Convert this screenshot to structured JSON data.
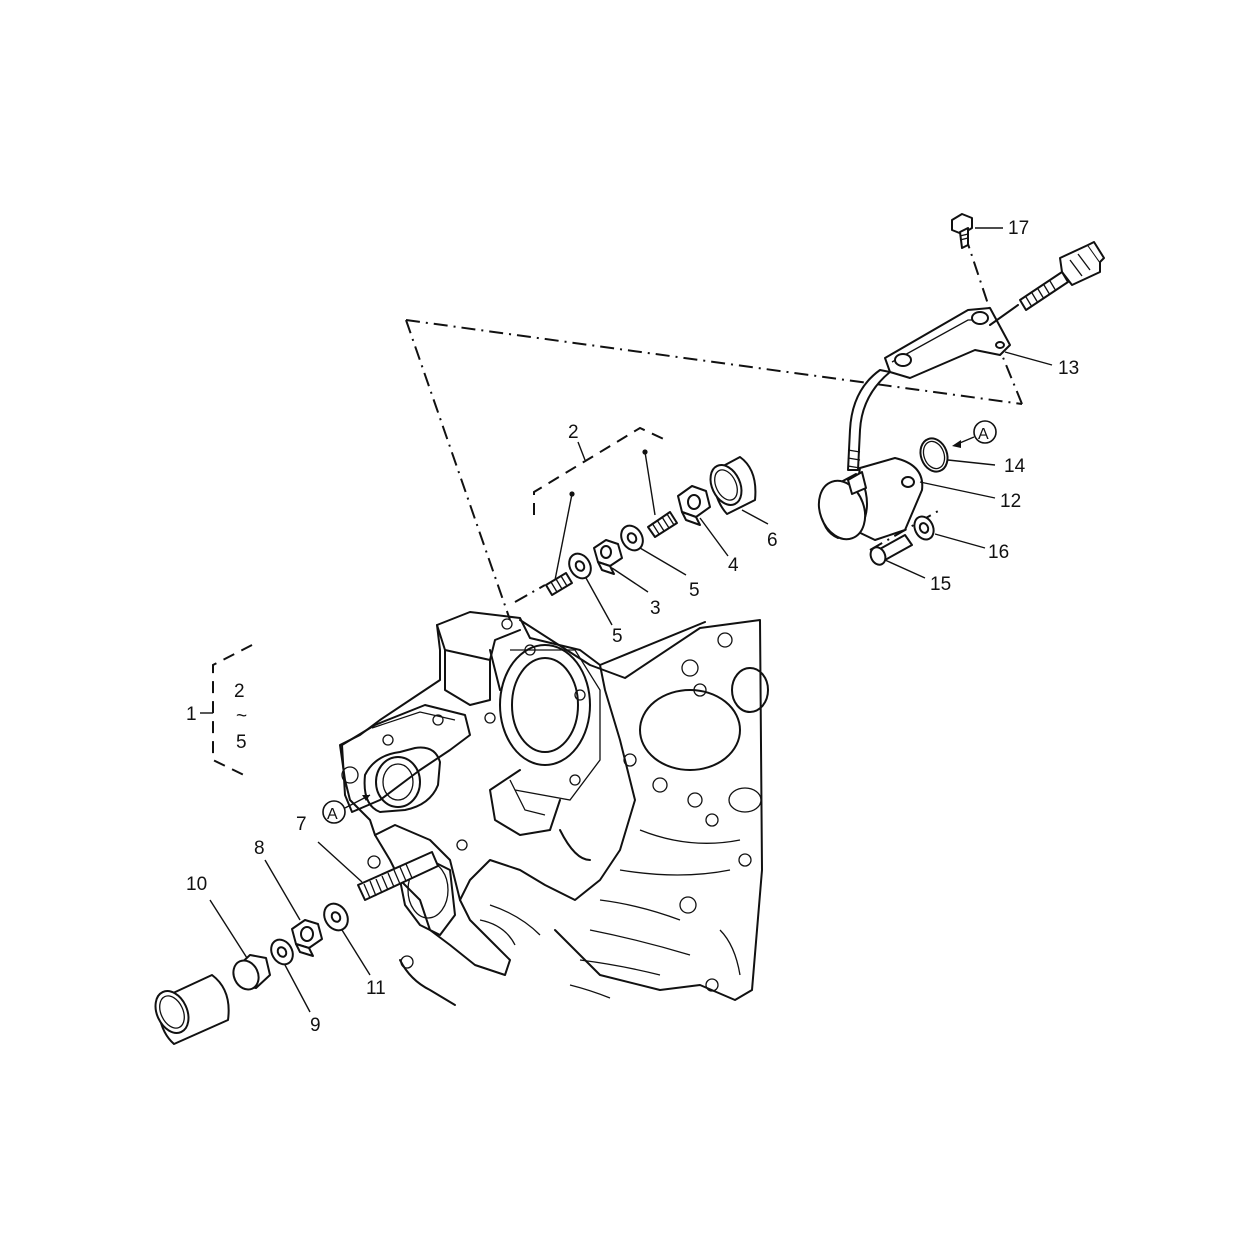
{
  "labels": {
    "l1": "1",
    "l2a": "2",
    "l2b": "2",
    "l3": "3",
    "l4": "4",
    "l5a": "5",
    "l5b": "5",
    "l5c": "5",
    "l6": "6",
    "l7": "7",
    "l8": "8",
    "l9": "9",
    "l10": "10",
    "l11": "11",
    "l12": "12",
    "l13": "13",
    "l14": "14",
    "l15": "15",
    "l16": "16",
    "l17": "17",
    "range_sep": "~",
    "markA1": "A",
    "markA2": "A"
  }
}
